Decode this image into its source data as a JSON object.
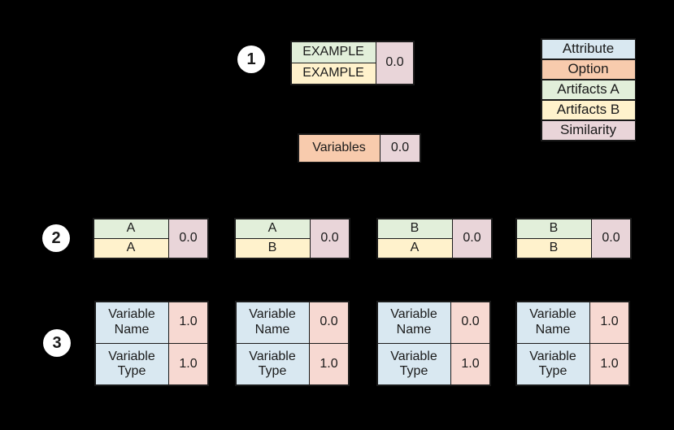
{
  "colors": {
    "attribute": "#d9e8f1",
    "option": "#f8cbad",
    "artifacts_a": "#e2efda",
    "artifacts_b": "#fff2cc",
    "similarity": "#e9d5d9",
    "similarity_step3": "#f7d9d2",
    "border": "#1a1a1a",
    "badge_bg": "#ffffff",
    "text": "#1a1a1a"
  },
  "legend": {
    "items": [
      {
        "label": "Attribute"
      },
      {
        "label": "Option"
      },
      {
        "label": "Artifacts A"
      },
      {
        "label": "Artifacts B"
      },
      {
        "label": "Similarity"
      }
    ]
  },
  "step1": {
    "badge": "1",
    "example_pair": {
      "artifact_a": "EXAMPLE",
      "artifact_b": "EXAMPLE",
      "similarity": "0.0"
    },
    "variables": {
      "label": "Variables",
      "similarity": "0.0"
    }
  },
  "step2": {
    "badge": "2",
    "pairs": [
      {
        "artifact_a": "A",
        "artifact_b": "A",
        "similarity": "0.0"
      },
      {
        "artifact_a": "A",
        "artifact_b": "B",
        "similarity": "0.0"
      },
      {
        "artifact_a": "B",
        "artifact_b": "A",
        "similarity": "0.0"
      },
      {
        "artifact_a": "B",
        "artifact_b": "B",
        "similarity": "0.0"
      }
    ]
  },
  "step3": {
    "badge": "3",
    "groups": [
      {
        "attributes": [
          {
            "label": "Variable Name",
            "score": "1.0"
          },
          {
            "label": "Variable Type",
            "score": "1.0"
          }
        ]
      },
      {
        "attributes": [
          {
            "label": "Variable Name",
            "score": "0.0"
          },
          {
            "label": "Variable Type",
            "score": "1.0"
          }
        ]
      },
      {
        "attributes": [
          {
            "label": "Variable Name",
            "score": "0.0"
          },
          {
            "label": "Variable Type",
            "score": "1.0"
          }
        ]
      },
      {
        "attributes": [
          {
            "label": "Variable Name",
            "score": "1.0"
          },
          {
            "label": "Variable Type",
            "score": "1.0"
          }
        ]
      }
    ]
  }
}
